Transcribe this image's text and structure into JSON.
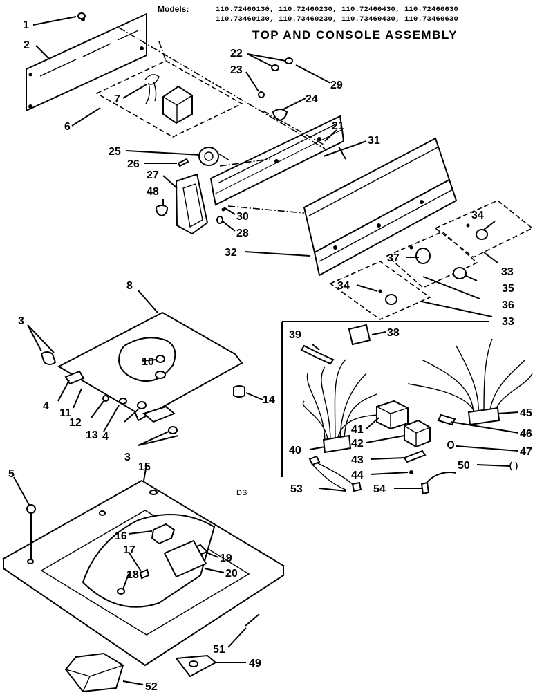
{
  "header": {
    "models_label": "Models:",
    "models_line1": "110.72460130, 110.72460230, 110.72460430, 110.72460630",
    "models_line2": "110.73460130, 110.73460230, 110.73460430, 110.73460630",
    "title": "TOP AND CONSOLE ASSEMBLY"
  },
  "callouts": {
    "c1": "1",
    "c2": "2",
    "c3a": "3",
    "c3b": "3",
    "c4a": "4",
    "c4b": "4",
    "c5": "5",
    "c6": "6",
    "c7": "7",
    "c8": "8",
    "c10": "10",
    "c11": "11",
    "c12": "12",
    "c13": "13",
    "c14": "14",
    "c15": "15",
    "c16": "16",
    "c17": "17",
    "c18": "18",
    "c19": "19",
    "c20": "20",
    "c21": "21",
    "c22": "22",
    "c23": "23",
    "c24": "24",
    "c25": "25",
    "c26": "26",
    "c27": "27",
    "c28": "28",
    "c29": "29",
    "c30": "30",
    "c31": "31",
    "c32": "32",
    "c33a": "33",
    "c33b": "33",
    "c34a": "34",
    "c34b": "34",
    "c35": "35",
    "c36": "36",
    "c37": "37",
    "c38": "38",
    "c39": "39",
    "c40": "40",
    "c41": "41",
    "c42": "42",
    "c43": "43",
    "c44": "44",
    "c45": "45",
    "c46": "46",
    "c47": "47",
    "c48": "48",
    "c49": "49",
    "c50": "50",
    "c51": "51",
    "c52": "52",
    "c53": "53",
    "c54": "54"
  },
  "footer_mark": "DS"
}
